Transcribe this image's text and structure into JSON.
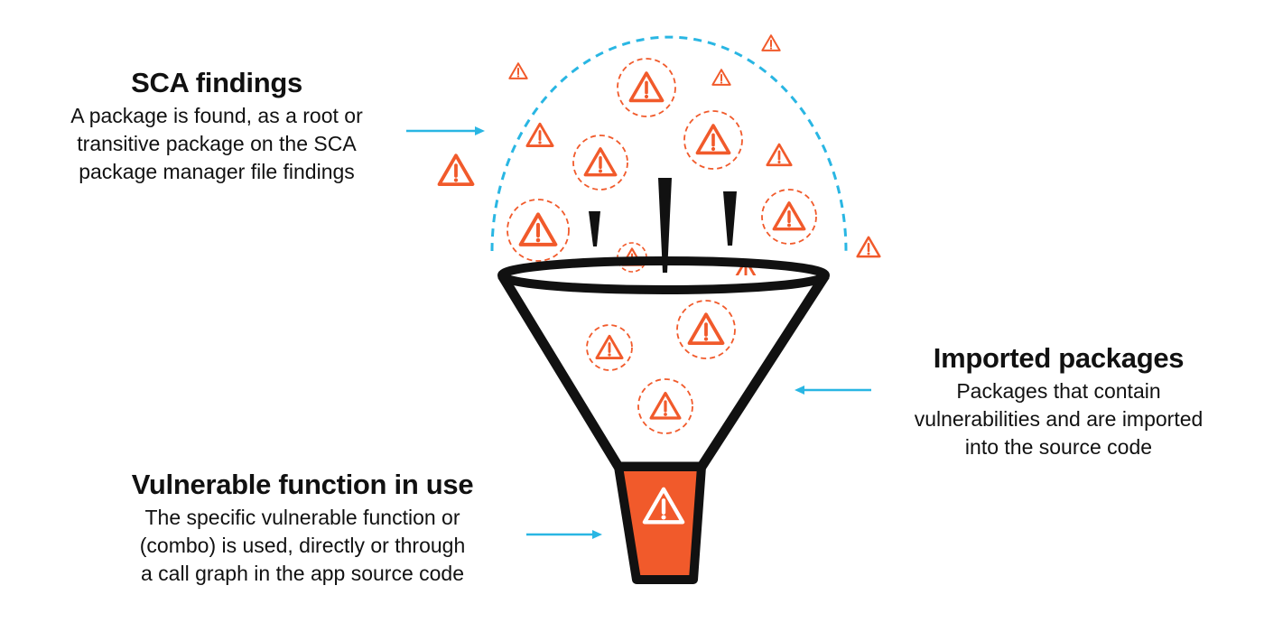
{
  "labels": {
    "sca": {
      "title": "SCA findings",
      "lines": [
        "A package is found, as a root or",
        "transitive package on the SCA",
        "package manager file findings"
      ]
    },
    "imported": {
      "title": "Imported packages",
      "lines": [
        "Packages that contain",
        "vulnerabilities and are imported",
        "into the source code"
      ]
    },
    "vulnerable_function": {
      "title": "Vulnerable function in use",
      "lines": [
        "The specific vulnerable function or",
        "(combo) is used, directly or through",
        "a call graph in the app source code"
      ]
    }
  },
  "colors": {
    "accent": "#f15a2b",
    "arrow": "#29b6e3",
    "dome": "#29b6e3",
    "funnel": "#111111",
    "text": "#111111"
  },
  "icons": {
    "warning": "warning-triangle-icon"
  }
}
